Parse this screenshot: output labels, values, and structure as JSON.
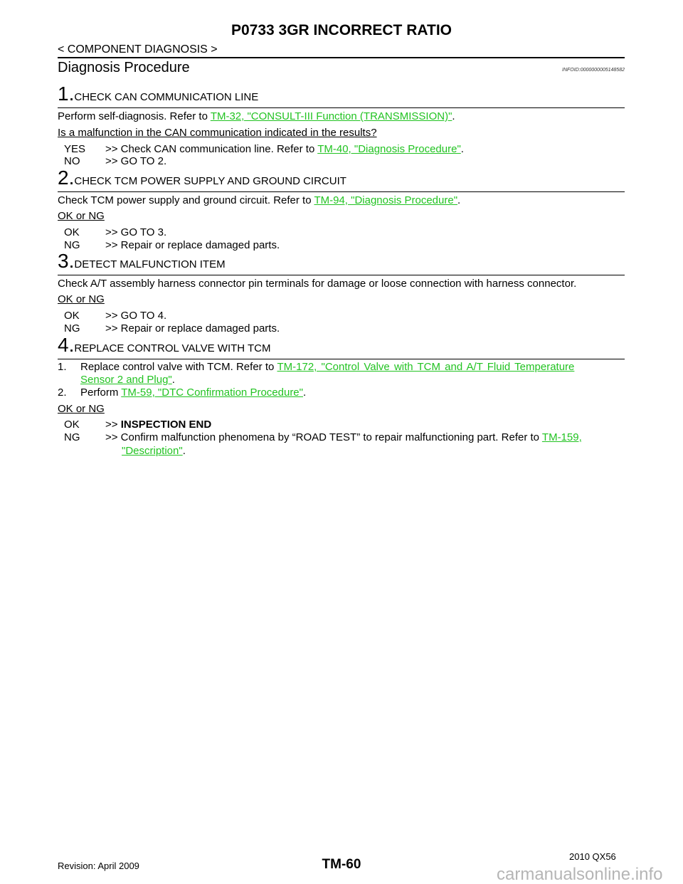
{
  "header": {
    "title": "P0733 3GR INCORRECT RATIO",
    "section": "< COMPONENT DIAGNOSIS >",
    "heading": "Diagnosis Procedure",
    "infoid": "INFOID:0000000005148582"
  },
  "steps": [
    {
      "num": "1.",
      "title": "CHECK CAN COMMUNICATION LINE",
      "text": "Perform self-diagnosis. Refer to ",
      "link": "TM-32, \"CONSULT-III Function (TRANSMISSION)\"",
      "question": "Is a malfunction in the CAN communication indicated in the results?",
      "answers": [
        {
          "key": "YES",
          "text": ">> Check CAN communication line. Refer to ",
          "link": "TM-40, \"Diagnosis Procedure\""
        },
        {
          "key": "NO",
          "text": ">> GO TO 2."
        }
      ]
    },
    {
      "num": "2.",
      "title": "CHECK TCM POWER SUPPLY AND GROUND CIRCUIT",
      "text": "Check TCM power supply and ground circuit. Refer to ",
      "link": "TM-94, \"Diagnosis Procedure\"",
      "question": "OK or NG",
      "answers": [
        {
          "key": "OK",
          "text": ">> GO TO 3."
        },
        {
          "key": "NG",
          "text": ">> Repair or replace damaged parts."
        }
      ]
    },
    {
      "num": "3.",
      "title": "DETECT MALFUNCTION ITEM",
      "text": "Check A/T assembly harness connector pin terminals for damage or loose connection with harness connector.",
      "question": "OK or NG",
      "answers": [
        {
          "key": "OK",
          "text": ">> GO TO 4."
        },
        {
          "key": "NG",
          "text": ">> Repair or replace damaged parts."
        }
      ]
    },
    {
      "num": "4.",
      "title": "REPLACE CONTROL VALVE WITH TCM",
      "items": [
        {
          "num": "1.",
          "text": "Replace control valve with TCM. Refer to ",
          "link1": "TM-172, \"Control Valve with TCM and A/T Fluid Temperature",
          "link2": "Sensor 2 and Plug\""
        },
        {
          "num": "2.",
          "text": "Perform ",
          "link": "TM-59, \"DTC Confirmation Procedure\""
        }
      ],
      "question": "OK or NG",
      "answers": [
        {
          "key": "OK",
          "text": ">> ",
          "bold": "INSPECTION END"
        },
        {
          "key": "NG",
          "text": ">> Confirm malfunction phenomena by “ROAD TEST” to repair malfunctioning part. Refer to ",
          "link1": "TM-159,",
          "link2": "\"Description\""
        }
      ]
    }
  ],
  "footer": {
    "revision": "Revision: April 2009",
    "page": "TM-60",
    "model": "2010 QX56",
    "watermark": "carmanualsonline.info"
  },
  "period": "."
}
